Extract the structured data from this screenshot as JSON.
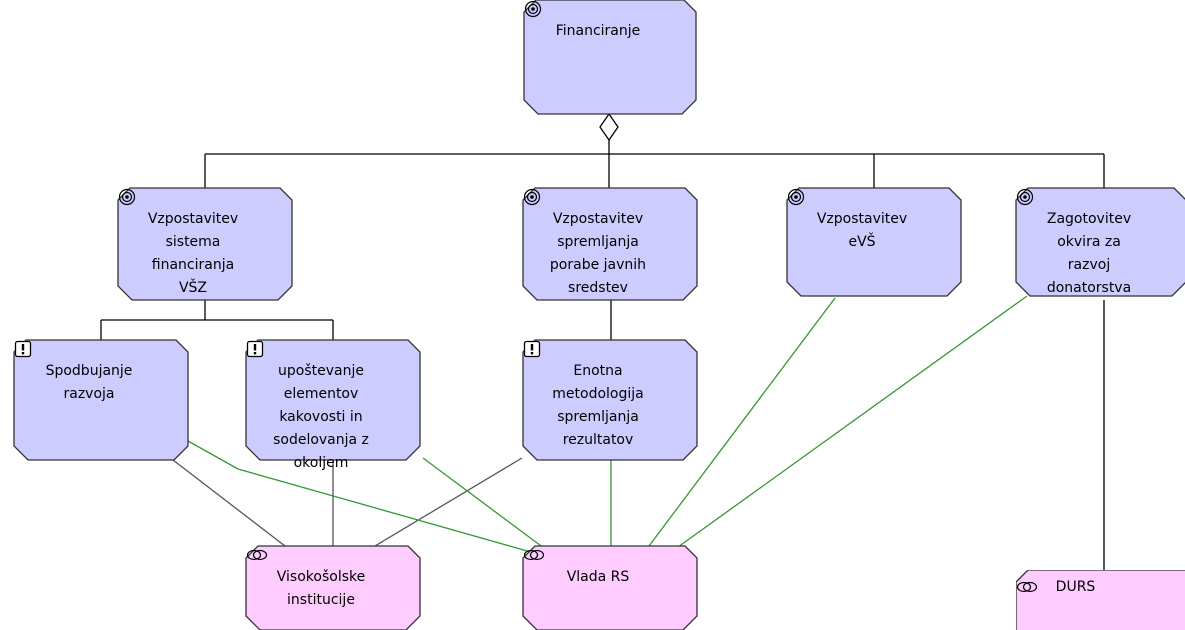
{
  "diagram": {
    "goal_nodes": [
      {
        "id": "financiranje",
        "label": "Financiranje",
        "icon": "goal-icon"
      },
      {
        "id": "sistem",
        "label": "Vzpostavitev\nsistema\nfinanciranja\nVŠZ",
        "icon": "goal-icon"
      },
      {
        "id": "spremljanje",
        "label": "Vzpostavitev\nspremljanja\nporabe javnih\nsredstev",
        "icon": "goal-icon"
      },
      {
        "id": "evs",
        "label": "Vzpostavitev\neVŠ",
        "icon": "goal-icon"
      },
      {
        "id": "donatorstvo",
        "label": "Zagotovitev\nokvira za\nrazvoj\ndonatorstva",
        "icon": "goal-icon"
      }
    ],
    "requirement_nodes": [
      {
        "id": "spodbujanje",
        "label": "Spodbujanje\nrazvoja",
        "icon": "requirement-icon"
      },
      {
        "id": "upostevanje",
        "label": "upoštevanje\nelementov\nkakovosti in\nsodelovanja z\nokoljem",
        "icon": "requirement-icon"
      },
      {
        "id": "enotna",
        "label": "Enotna\nmetodologija\nspremljanja\nrezultatov",
        "icon": "requirement-icon"
      }
    ],
    "stakeholder_nodes": [
      {
        "id": "visokosolske",
        "label": "Visokošolske\ninstitucije",
        "icon": "stakeholder-icon"
      },
      {
        "id": "vlada",
        "label": "Vlada RS",
        "icon": "stakeholder-icon"
      },
      {
        "id": "durs",
        "label": "DURS",
        "icon": "stakeholder-icon"
      }
    ],
    "colors": {
      "goal_fill": "#ccccff",
      "requirement_fill": "#ccccff",
      "stakeholder_fill": "#ffccff",
      "border": "#333333",
      "tree_line": "#000000",
      "influence_line": "#339933",
      "assoc_line": "#555555"
    }
  }
}
